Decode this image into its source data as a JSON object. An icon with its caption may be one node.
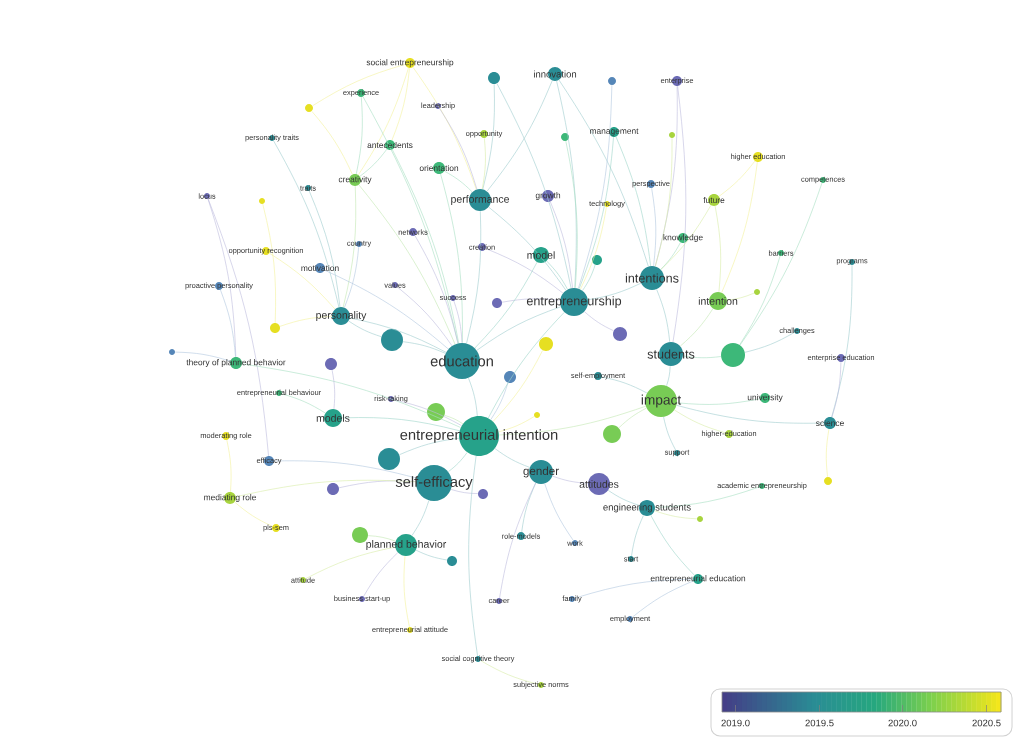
{
  "diagram": {
    "nodes": [
      {
        "text": [
          "social entrepreneurship"
        ]
      },
      {
        "text": [],
        "shape": "circle"
      },
      {
        "text": [
          "innovation"
        ]
      },
      {
        "text": [],
        "shape": "circle"
      },
      {
        "text": [
          "enterprise"
        ]
      },
      {
        "text": [
          "experience"
        ]
      },
      {
        "text": [],
        "shape": "circle"
      },
      {
        "text": [
          "leadership"
        ]
      },
      {
        "text": [
          "personality traits"
        ]
      },
      {
        "text": [
          "antecedents"
        ]
      },
      {
        "text": [
          "opportunity"
        ]
      },
      {
        "text": [],
        "shape": "circle"
      },
      {
        "text": [
          "management"
        ]
      },
      {
        "text": [],
        "shape": "circle"
      },
      {
        "text": [
          "higher education"
        ]
      },
      {
        "text": [
          "orientation"
        ]
      },
      {
        "text": [
          "creativity"
        ]
      },
      {
        "text": [
          "traits"
        ]
      },
      {
        "text": [
          "locus"
        ]
      },
      {
        "text": [],
        "shape": "circle"
      },
      {
        "text": [
          "performance"
        ]
      },
      {
        "text": [
          "growth"
        ]
      },
      {
        "text": [
          "technology"
        ]
      },
      {
        "text": [
          "perspective"
        ]
      },
      {
        "text": [
          "future"
        ]
      },
      {
        "text": [
          "competences"
        ]
      },
      {
        "text": [
          "networks"
        ]
      },
      {
        "text": [
          "country"
        ]
      },
      {
        "text": [
          "creation"
        ]
      },
      {
        "text": [
          "opportunity recognition"
        ]
      },
      {
        "text": [
          "knowledge"
        ]
      },
      {
        "text": [
          "model"
        ]
      },
      {
        "text": [],
        "shape": "circle"
      },
      {
        "text": [
          "barriers"
        ]
      },
      {
        "text": [
          "programs"
        ]
      },
      {
        "text": [
          "motivation"
        ]
      },
      {
        "text": [
          "intentions"
        ]
      },
      {
        "text": [
          "proactive personality"
        ]
      },
      {
        "text": [
          "values"
        ]
      },
      {
        "text": [],
        "shape": "circle"
      },
      {
        "text": [
          "success"
        ]
      },
      {
        "text": [],
        "shape": "circle"
      },
      {
        "text": [
          "entrepreneurship"
        ]
      },
      {
        "text": [
          "intention"
        ]
      },
      {
        "text": [
          "personality"
        ]
      },
      {
        "text": [],
        "shape": "circle"
      },
      {
        "text": [
          "challenges"
        ]
      },
      {
        "text": [],
        "shape": "circle"
      },
      {
        "text": [],
        "shape": "circle"
      },
      {
        "text": [],
        "shape": "circle"
      },
      {
        "text": [
          "theory of planned behavior"
        ]
      },
      {
        "text": [],
        "shape": "circle"
      },
      {
        "text": [
          "education"
        ]
      },
      {
        "text": [],
        "shape": "circle"
      },
      {
        "text": [
          "students"
        ]
      },
      {
        "text": [],
        "shape": "circle"
      },
      {
        "text": [
          "enterprise education"
        ]
      },
      {
        "text": [],
        "shape": "circle"
      },
      {
        "text": [
          "self-employment"
        ]
      },
      {
        "text": [
          "entrepreneurial behaviour"
        ]
      },
      {
        "text": [
          "risk-taking"
        ]
      },
      {
        "text": [
          "university"
        ]
      },
      {
        "text": [
          "impact"
        ]
      },
      {
        "text": [
          "models"
        ]
      },
      {
        "text": [],
        "shape": "circle"
      },
      {
        "text": [
          "entrepreneurial intention"
        ]
      },
      {
        "text": [],
        "shape": "circle"
      },
      {
        "text": [
          "science"
        ]
      },
      {
        "text": [],
        "shape": "circle"
      },
      {
        "text": [
          "moderating role"
        ]
      },
      {
        "text": [
          "higher-education"
        ]
      },
      {
        "text": [
          "support"
        ]
      },
      {
        "text": [
          "efficacy"
        ]
      },
      {
        "text": [],
        "shape": "circle"
      },
      {
        "text": [
          "gender"
        ]
      },
      {
        "text": [
          "self-efficacy"
        ]
      },
      {
        "text": [
          "attitudes"
        ]
      },
      {
        "text": [],
        "shape": "circle"
      },
      {
        "text": [
          "academic entrepreneurship"
        ]
      },
      {
        "text": [],
        "shape": "circle"
      },
      {
        "text": [],
        "shape": "circle"
      },
      {
        "text": [
          "mediating role"
        ]
      },
      {
        "text": [
          "engineering students"
        ]
      },
      {
        "text": [],
        "shape": "circle"
      },
      {
        "text": [
          "pls-sem"
        ]
      },
      {
        "text": [],
        "shape": "circle"
      },
      {
        "text": [
          "planned behavior"
        ]
      },
      {
        "text": [
          "role-models"
        ]
      },
      {
        "text": [
          "work"
        ]
      },
      {
        "text": [],
        "shape": "circle"
      },
      {
        "text": [
          "start"
        ]
      },
      {
        "text": [
          "attitude"
        ]
      },
      {
        "text": [
          "entrepreneurial education"
        ]
      },
      {
        "text": [
          "business start-up"
        ]
      },
      {
        "text": [
          "career"
        ]
      },
      {
        "text": [
          "family"
        ]
      },
      {
        "text": [
          "employment"
        ]
      },
      {
        "text": [
          "entrepreneurial attitude"
        ]
      },
      {
        "text": [
          "social cognitive theory"
        ]
      },
      {
        "text": [
          "subjective norms"
        ]
      }
    ],
    "edges": [
      {
        "from": 0,
        "to": 20,
        "arrow": "none"
      },
      {
        "from": 0,
        "to": 16,
        "arrow": "none"
      },
      {
        "from": 0,
        "to": 9,
        "arrow": "none"
      },
      {
        "from": 1,
        "to": 20,
        "arrow": "none"
      },
      {
        "from": 1,
        "to": 42,
        "arrow": "none"
      },
      {
        "from": 2,
        "to": 20,
        "arrow": "none"
      },
      {
        "from": 2,
        "to": 42,
        "arrow": "none"
      },
      {
        "from": 2,
        "to": 36,
        "arrow": "none"
      },
      {
        "from": 3,
        "to": 42,
        "arrow": "none"
      },
      {
        "from": 4,
        "to": 36,
        "arrow": "none"
      },
      {
        "from": 4,
        "to": 54,
        "arrow": "none"
      },
      {
        "from": 5,
        "to": 16,
        "arrow": "none"
      },
      {
        "from": 5,
        "to": 52,
        "arrow": "none"
      },
      {
        "from": 6,
        "to": 16,
        "arrow": "none"
      },
      {
        "from": 6,
        "to": 0,
        "arrow": "none"
      },
      {
        "from": 7,
        "to": 20,
        "arrow": "none"
      },
      {
        "from": 8,
        "to": 44,
        "arrow": "none"
      },
      {
        "from": 9,
        "to": 16,
        "arrow": "none"
      },
      {
        "from": 9,
        "to": 52,
        "arrow": "none"
      },
      {
        "from": 10,
        "to": 20,
        "arrow": "none"
      },
      {
        "from": 11,
        "to": 42,
        "arrow": "none"
      },
      {
        "from": 12,
        "to": 42,
        "arrow": "none"
      },
      {
        "from": 12,
        "to": 36,
        "arrow": "none"
      },
      {
        "from": 13,
        "to": 36,
        "arrow": "none"
      },
      {
        "from": 14,
        "to": 43,
        "arrow": "none"
      },
      {
        "from": 14,
        "to": 24,
        "arrow": "none"
      },
      {
        "from": 15,
        "to": 20,
        "arrow": "none"
      },
      {
        "from": 15,
        "to": 52,
        "arrow": "none"
      },
      {
        "from": 16,
        "to": 52,
        "arrow": "none"
      },
      {
        "from": 16,
        "to": 44,
        "arrow": "none"
      },
      {
        "from": 17,
        "to": 44,
        "arrow": "none"
      },
      {
        "from": 18,
        "to": 50,
        "arrow": "none"
      },
      {
        "from": 18,
        "to": 72,
        "arrow": "none"
      },
      {
        "from": 19,
        "to": 45,
        "arrow": "none"
      },
      {
        "from": 21,
        "to": 42,
        "arrow": "none"
      },
      {
        "from": 22,
        "to": 42,
        "arrow": "none"
      },
      {
        "from": 23,
        "to": 36,
        "arrow": "none"
      },
      {
        "from": 24,
        "to": 36,
        "arrow": "none"
      },
      {
        "from": 24,
        "to": 43,
        "arrow": "none"
      },
      {
        "from": 25,
        "to": 55,
        "arrow": "none"
      },
      {
        "from": 26,
        "to": 52,
        "arrow": "none"
      },
      {
        "from": 27,
        "to": 44,
        "arrow": "none"
      },
      {
        "from": 28,
        "to": 42,
        "arrow": "none"
      },
      {
        "from": 29,
        "to": 44,
        "arrow": "none"
      },
      {
        "from": 30,
        "to": 36,
        "arrow": "none"
      },
      {
        "from": 32,
        "to": 42,
        "arrow": "none"
      },
      {
        "from": 33,
        "to": 55,
        "arrow": "none"
      },
      {
        "from": 34,
        "to": 67,
        "arrow": "none"
      },
      {
        "from": 35,
        "to": 52,
        "arrow": "none"
      },
      {
        "from": 37,
        "to": 50,
        "arrow": "none"
      },
      {
        "from": 38,
        "to": 52,
        "arrow": "none"
      },
      {
        "from": 39,
        "to": 43,
        "arrow": "none"
      },
      {
        "from": 40,
        "to": 52,
        "arrow": "none"
      },
      {
        "from": 41,
        "to": 42,
        "arrow": "none"
      },
      {
        "from": 45,
        "to": 44,
        "arrow": "none"
      },
      {
        "from": 46,
        "to": 55,
        "arrow": "none"
      },
      {
        "from": 47,
        "to": 52,
        "arrow": "none"
      },
      {
        "from": 48,
        "to": 42,
        "arrow": "none"
      },
      {
        "from": 49,
        "to": 50,
        "arrow": "none"
      },
      {
        "from": 50,
        "to": 65,
        "arrow": "none"
      },
      {
        "from": 51,
        "to": 63,
        "arrow": "none"
      },
      {
        "from": 53,
        "to": 65,
        "arrow": "none"
      },
      {
        "from": 55,
        "to": 54,
        "arrow": "none"
      },
      {
        "from": 56,
        "to": 67,
        "arrow": "none"
      },
      {
        "from": 57,
        "to": 65,
        "arrow": "none"
      },
      {
        "from": 58,
        "to": 62,
        "arrow": "none"
      },
      {
        "from": 59,
        "to": 63,
        "arrow": "none"
      },
      {
        "from": 60,
        "to": 65,
        "arrow": "none"
      },
      {
        "from": 61,
        "to": 62,
        "arrow": "none"
      },
      {
        "from": 64,
        "to": 65,
        "arrow": "none"
      },
      {
        "from": 66,
        "to": 65,
        "arrow": "none"
      },
      {
        "from": 67,
        "to": 62,
        "arrow": "none"
      },
      {
        "from": 68,
        "to": 62,
        "arrow": "none"
      },
      {
        "from": 69,
        "to": 81,
        "arrow": "none"
      },
      {
        "from": 70,
        "to": 62,
        "arrow": "none"
      },
      {
        "from": 71,
        "to": 62,
        "arrow": "none"
      },
      {
        "from": 72,
        "to": 75,
        "arrow": "none"
      },
      {
        "from": 73,
        "to": 65,
        "arrow": "none"
      },
      {
        "from": 76,
        "to": 74,
        "arrow": "none"
      },
      {
        "from": 77,
        "to": 67,
        "arrow": "none"
      },
      {
        "from": 78,
        "to": 82,
        "arrow": "none"
      },
      {
        "from": 79,
        "to": 75,
        "arrow": "none"
      },
      {
        "from": 80,
        "to": 75,
        "arrow": "none"
      },
      {
        "from": 81,
        "to": 75,
        "arrow": "none"
      },
      {
        "from": 82,
        "to": 76,
        "arrow": "none"
      },
      {
        "from": 83,
        "to": 82,
        "arrow": "none"
      },
      {
        "from": 84,
        "to": 81,
        "arrow": "none"
      },
      {
        "from": 85,
        "to": 86,
        "arrow": "none"
      },
      {
        "from": 87,
        "to": 74,
        "arrow": "none"
      },
      {
        "from": 88,
        "to": 74,
        "arrow": "none"
      },
      {
        "from": 89,
        "to": 86,
        "arrow": "none"
      },
      {
        "from": 90,
        "to": 82,
        "arrow": "none"
      },
      {
        "from": 91,
        "to": 86,
        "arrow": "none"
      },
      {
        "from": 92,
        "to": 82,
        "arrow": "none"
      },
      {
        "from": 93,
        "to": 86,
        "arrow": "none"
      },
      {
        "from": 94,
        "to": 74,
        "arrow": "none"
      },
      {
        "from": 95,
        "to": 92,
        "arrow": "none"
      },
      {
        "from": 96,
        "to": 92,
        "arrow": "none"
      },
      {
        "from": 97,
        "to": 86,
        "arrow": "none"
      },
      {
        "from": 98,
        "to": 65,
        "arrow": "none"
      },
      {
        "from": 99,
        "to": 98,
        "arrow": "none"
      },
      {
        "from": 20,
        "to": 42,
        "arrow": "none"
      },
      {
        "from": 20,
        "to": 52,
        "arrow": "none"
      },
      {
        "from": 31,
        "to": 42,
        "arrow": "none"
      },
      {
        "from": 36,
        "to": 42,
        "arrow": "none"
      },
      {
        "from": 36,
        "to": 54,
        "arrow": "none"
      },
      {
        "from": 43,
        "to": 54,
        "arrow": "none"
      },
      {
        "from": 44,
        "to": 52,
        "arrow": "none"
      },
      {
        "from": 52,
        "to": 65,
        "arrow": "none"
      },
      {
        "from": 52,
        "to": 42,
        "arrow": "none"
      },
      {
        "from": 54,
        "to": 62,
        "arrow": "none"
      },
      {
        "from": 62,
        "to": 65,
        "arrow": "none"
      },
      {
        "from": 63,
        "to": 65,
        "arrow": "none"
      },
      {
        "from": 65,
        "to": 75,
        "arrow": "none"
      },
      {
        "from": 74,
        "to": 65,
        "arrow": "none"
      },
      {
        "from": 75,
        "to": 86,
        "arrow": "none"
      },
      {
        "from": 65,
        "to": 42,
        "arrow": "none"
      },
      {
        "from": 47,
        "to": 44,
        "arrow": "none"
      },
      {
        "from": 31,
        "to": 52,
        "arrow": "none"
      }
    ],
    "labels": [
      "2019.0",
      "2019.5",
      "2020.0",
      "2020.5"
    ]
  }
}
